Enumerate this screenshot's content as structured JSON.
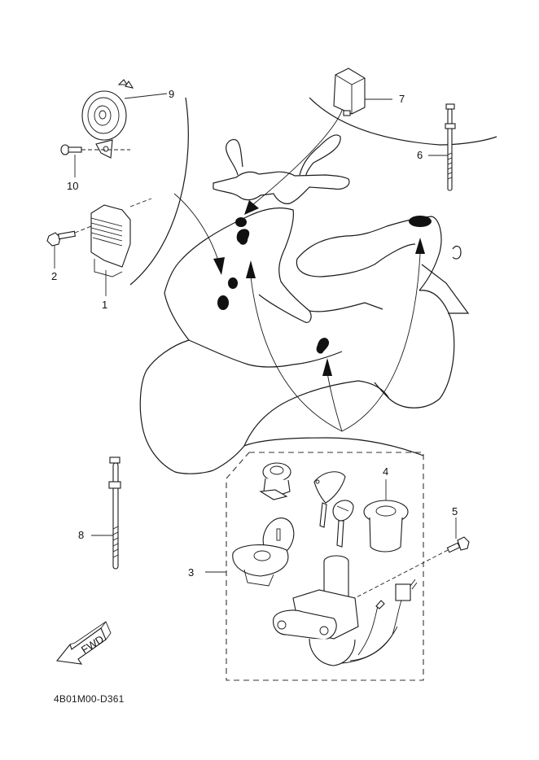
{
  "diagram": {
    "title": "Scooter electrical parts exploded view",
    "code": "4B01M00-D361",
    "fwd_label": "FWD",
    "callouts": [
      {
        "num": "1",
        "part": "rectifier-regulator"
      },
      {
        "num": "2",
        "part": "bolt"
      },
      {
        "num": "3",
        "part": "main-switch-lock-set"
      },
      {
        "num": "4",
        "part": "lock-cover"
      },
      {
        "num": "5",
        "part": "screw"
      },
      {
        "num": "6",
        "part": "cable-tie"
      },
      {
        "num": "7",
        "part": "relay"
      },
      {
        "num": "8",
        "part": "cable-tie"
      },
      {
        "num": "9",
        "part": "horn"
      },
      {
        "num": "10",
        "part": "bolt"
      }
    ]
  }
}
